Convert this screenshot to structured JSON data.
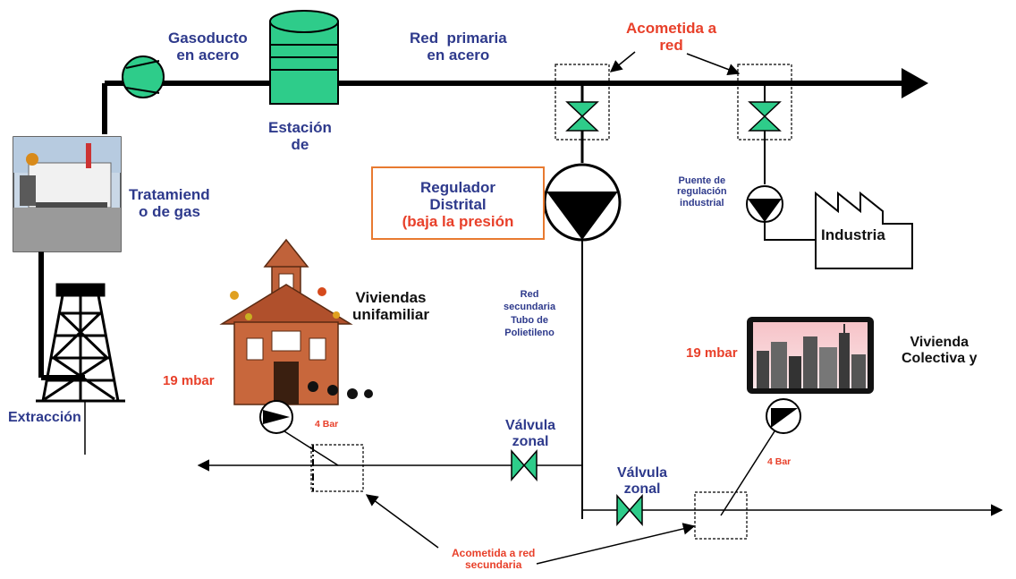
{
  "labels": {
    "gasoducto": [
      "Gasoducto",
      "en acero"
    ],
    "red_primaria": [
      "Red  primaria",
      "en acero"
    ],
    "acometida_red": [
      "Acometida a",
      "red"
    ],
    "estacion": [
      "Estación",
      "de"
    ],
    "tratamiento": [
      "Tratamiend",
      "o de gas"
    ],
    "regulador": [
      "Regulador",
      "Distrital"
    ],
    "regulador_note": "(baja la presión",
    "puente": [
      "Puente de",
      "regulación",
      "industrial"
    ],
    "industria": "Industria",
    "viviendas_uni": [
      "Viviendas",
      "unifamiliar"
    ],
    "red_secundaria": [
      "Red",
      "secundaria",
      "Tubo de",
      "Polietileno"
    ],
    "vivienda_col": [
      "Vivienda",
      "Colectiva y"
    ],
    "mbar_left": "19 mbar",
    "mbar_right": "19 mbar",
    "bar_left": "4 Bar",
    "bar_right": "4 Bar",
    "extraccion": "Extracción",
    "valvula_1": [
      "Válvula",
      "zonal"
    ],
    "valvula_2": [
      "Válvula",
      "zonal"
    ],
    "acometida_sec": [
      "Acometida a red",
      "secundaria"
    ]
  },
  "colors": {
    "pipe": "#000000",
    "equipment_green": "#2ecc8a",
    "label_blue": "#2e3a8c",
    "label_red": "#e8402a",
    "regulator_border": "#e87a30"
  },
  "icons": [
    "compressor-icon",
    "storage-tank-icon",
    "gate-valve-icon",
    "pressure-regulator-icon",
    "factory-icon",
    "oil-derrick-icon",
    "house-icon",
    "city-buildings-icon",
    "treatment-plant-icon"
  ]
}
